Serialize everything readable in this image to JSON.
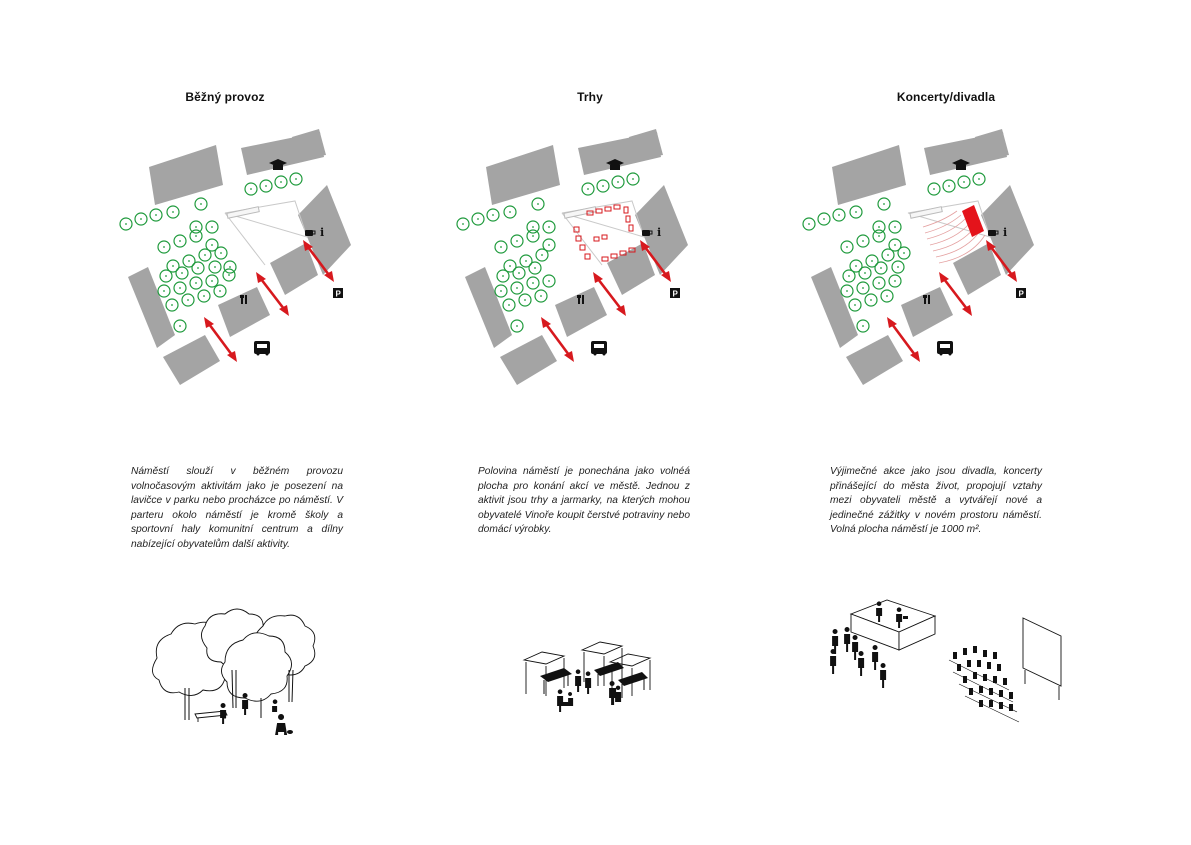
{
  "panels": [
    {
      "title": "Běžný provoz",
      "description": "Náměstí slouží v běžném provozu volnočasovým aktivitám jako je posezení na lavičce v parku nebo procházce po náměstí. V parteru okolo náměstí je kromě školy a sportovní haly komunitní centrum a dílny nabízející obyvatelům další aktivity."
    },
    {
      "title": "Trhy",
      "description": "Polovina náměstí je ponechána jako volnéá plocha pro konání akcí ve městě. Jednou z aktivit jsou trhy a jarmarky, na kterých mohou obyvatelé Vinoře koupit čerstvé potraviny nebo domácí výrobky."
    },
    {
      "title": "Koncerty/divadla",
      "description": "Výjimečné akce jako jsou divadla, koncerty přinášející do města život, propojují vztahy mezi obyvateli městě a vytvářejí nové a jedinečné zážitky v novém prostoru náměstí. Volná plocha náměstí je 1000 m²."
    }
  ],
  "icons": {
    "info": "i",
    "parking": "P"
  },
  "colors": {
    "building": "#a4a4a4",
    "tree": "#1f9a3c",
    "arrow": "#d7191e",
    "stage": "#e4131b"
  }
}
